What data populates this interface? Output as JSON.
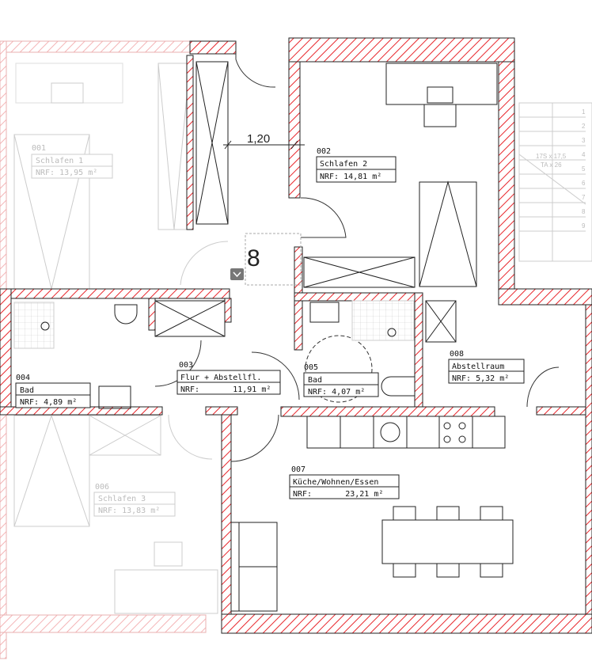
{
  "dimension": "1,20",
  "marker": "8",
  "rooms": [
    {
      "number": "001",
      "name": "Schlafen 1",
      "area": "NRF: 13,95 m²",
      "faded": true
    },
    {
      "number": "002",
      "name": "Schlafen 2",
      "area": "NRF: 14,81 m²",
      "faded": false
    },
    {
      "number": "003",
      "name": "Flur + Abstellfl.",
      "area": "NRF:       11,91 m²",
      "faded": false
    },
    {
      "number": "004",
      "name": "Bad",
      "area": "NRF: 4,89 m²",
      "faded": false
    },
    {
      "number": "005",
      "name": "Bad",
      "area": "NRF: 4,07 m²",
      "faded": false
    },
    {
      "number": "006",
      "name": "Schlafen 3",
      "area": "NRF: 13,83 m²",
      "faded": true
    },
    {
      "number": "007",
      "name": "Küche/Wohnen/Essen",
      "area": "NRF:       23,21 m²",
      "faded": false
    },
    {
      "number": "008",
      "name": "Abstellraum",
      "area": "NRF: 5,32 m²",
      "faded": false
    }
  ],
  "stairs": {
    "label1": "17S x 17,5",
    "label2": "TA x 26",
    "steps": [
      "1",
      "2",
      "3",
      "4",
      "5",
      "6",
      "7",
      "8",
      "9"
    ]
  },
  "watermark": {
    "subtitle": "IMMOBILIEN"
  },
  "colors": {
    "wall": "#e8262b",
    "line": "#222222",
    "faded": "#bbbbbb"
  }
}
